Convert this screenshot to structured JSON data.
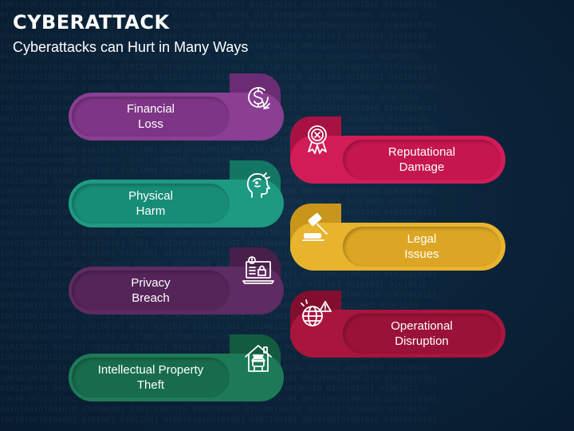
{
  "header": {
    "title": "CYBERATTACK",
    "subtitle": "Cyberattacks can Hurt in Many Ways"
  },
  "items": [
    {
      "label": "Financial\nLoss",
      "icon": "dollar-down-icon",
      "side": "left",
      "color": "#8a3f92",
      "pill": "#7e3586",
      "tab": "#6b2c73"
    },
    {
      "label": "Reputational\nDamage",
      "icon": "award-badge-icon",
      "side": "right",
      "color": "#d21c57",
      "pill": "#c5164f",
      "tab": "#a81243"
    },
    {
      "label": "Physical\nHarm",
      "icon": "head-injury-icon",
      "side": "left",
      "color": "#1f9a82",
      "pill": "#178c76",
      "tab": "#137663"
    },
    {
      "label": "Legal\nIssues",
      "icon": "gavel-icon",
      "side": "right",
      "color": "#e8b32d",
      "pill": "#dca624",
      "tab": "#c9951b"
    },
    {
      "label": "Privacy\nBreach",
      "icon": "laptop-lock-icon",
      "side": "left",
      "color": "#5e2b63",
      "pill": "#552559",
      "tab": "#471f4b"
    },
    {
      "label": "Operational\nDisruption",
      "icon": "globe-warning-icon",
      "side": "right",
      "color": "#a8153d",
      "pill": "#9a1237",
      "tab": "#820e2e"
    },
    {
      "label": "Intellectual Property\nTheft",
      "icon": "house-thief-icon",
      "side": "left",
      "color": "#1d7a57",
      "pill": "#186c4c",
      "tab": "#135b40"
    }
  ]
}
